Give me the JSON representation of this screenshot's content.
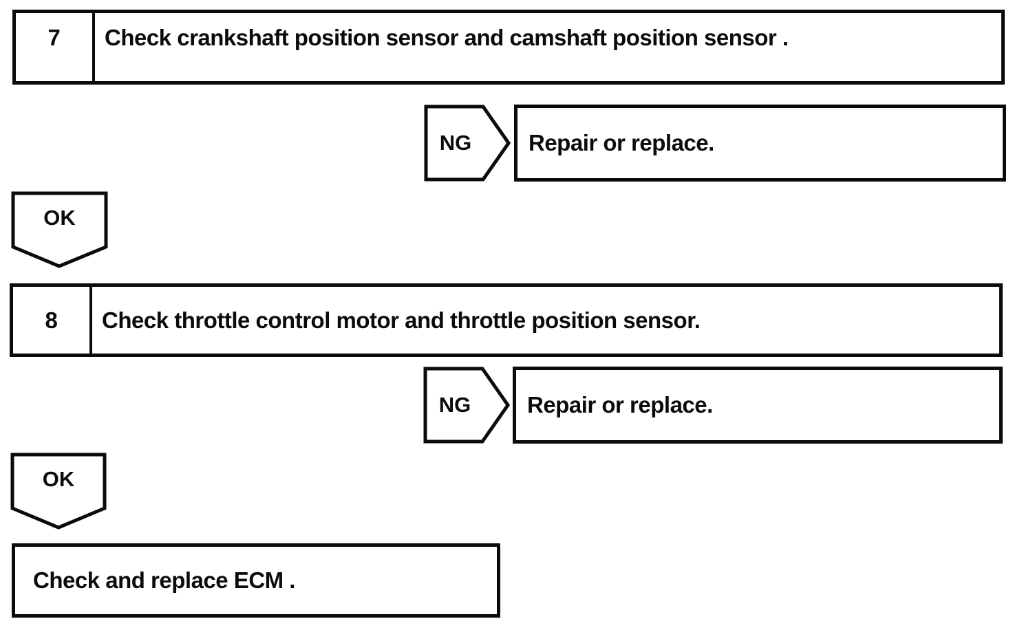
{
  "document": {
    "kind": "diagnostic-flowchart",
    "colors": {
      "ink": "#0b0b0b",
      "paper": "#ffffff"
    }
  },
  "flowchart": {
    "steps": [
      {
        "number": "7",
        "instruction": "Check crankshaft position sensor and camshaft position sensor .",
        "ng_label": "NG",
        "ng_action": "Repair or replace.",
        "ok_label": "OK"
      },
      {
        "number": "8",
        "instruction": "Check throttle control motor and throttle position sensor.",
        "ng_label": "NG",
        "ng_action": "Repair or replace.",
        "ok_label": "OK"
      }
    ],
    "final_action": "Check and replace ECM ."
  }
}
